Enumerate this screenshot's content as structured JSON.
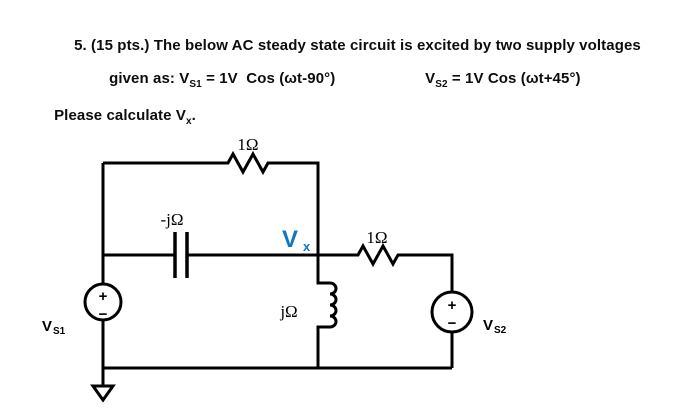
{
  "problem": {
    "line1": "5. (15 pts.) The below AC steady state circuit is excited by two supply voltages",
    "vs1_def": {
      "prefix": "given as: V",
      "sub": "S1",
      "rest": " = 1V  Cos (ωt-90°)"
    },
    "vs2_def": {
      "prefix": "V",
      "sub": "S2",
      "rest": " = 1V Cos (ωt+45°)"
    },
    "question": {
      "prefix": "Please calculate V",
      "sub": "x",
      "suffix": "."
    }
  },
  "circuit": {
    "resistor_top_label": "1Ω",
    "resistor_right_label": "1Ω",
    "capacitor_label": "-jΩ",
    "inductor_label": "jΩ",
    "vx_label": {
      "main": "V",
      "sub": "x"
    },
    "vs1_label": {
      "main": "V",
      "sub": "S1"
    },
    "vs2_label": {
      "main": "V",
      "sub": "S2"
    },
    "source_plus": "+",
    "source_minus": "−",
    "colors": {
      "wire": "#000000",
      "vx_accent": "#1276c4"
    }
  }
}
